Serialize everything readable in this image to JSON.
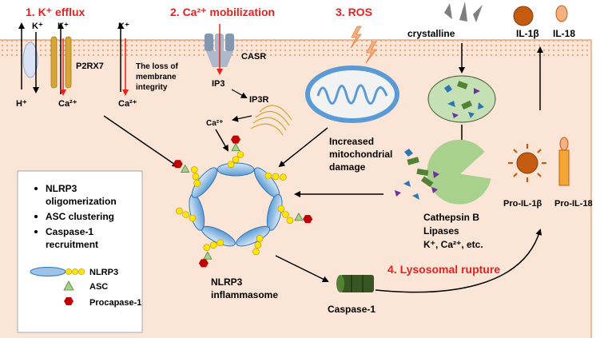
{
  "headings": {
    "k_efflux": "1. K⁺ efflux",
    "ca_mobilization": "2. Ca²⁺ mobilization",
    "ros": "3. ROS",
    "lysosomal_rupture": "4. Lysosomal rupture"
  },
  "k_efflux": {
    "k1": "K⁺",
    "k2": "K⁺",
    "k3": "K⁺",
    "h": "H⁺",
    "ca1": "Ca²⁺",
    "ca2": "Ca²⁺",
    "p2rx7": "P2RX7",
    "loss_line1": "The loss of",
    "loss_line2": "membrane",
    "loss_line3": "integrity"
  },
  "ca": {
    "casr": "CASR",
    "ip3": "IP3",
    "ip3r": "IP3R",
    "ca": "Ca²⁺"
  },
  "ros": {
    "mito_line1": "Increased",
    "mito_line2": "mitochondrial",
    "mito_line3": "damage"
  },
  "lysosome": {
    "crystalline": "crystalline",
    "cathepsin": "Cathepsin B",
    "lipases": "Lipases",
    "ions": "K⁺, Ca²⁺, etc."
  },
  "cytokines": {
    "il1b": "IL-1β",
    "il18": "IL-18",
    "pro_il1b": "Pro-IL-1β",
    "pro_il18": "Pro-IL-18"
  },
  "inflammasome": {
    "line1": "NLRP3",
    "line2": "inflammasome",
    "caspase": "Caspase-1"
  },
  "legend_box": {
    "b1_line1": "NLRP3",
    "b1_line2": "oligomerization",
    "b2": "ASC clustering",
    "b3_line1": "Caspase-1",
    "b3_line2": "recruitment",
    "key_nlrp3": "NLRP3",
    "key_asc": "ASC",
    "key_procasp": "Procapase-1"
  },
  "colors": {
    "cell_fill": "#fbe5d6",
    "membrane": "#e6a984",
    "heading_red": "#e8211f",
    "nlrp3_blue": "#9dc3e6",
    "asc_green": "#70ad47",
    "procasp_red": "#c00000",
    "yellow": "#ffe600",
    "lysosome_green": "#a9d18e",
    "il_orange": "#c55a11",
    "p2rx7_gold": "#d6a53a",
    "caspase_green": "#375623"
  }
}
